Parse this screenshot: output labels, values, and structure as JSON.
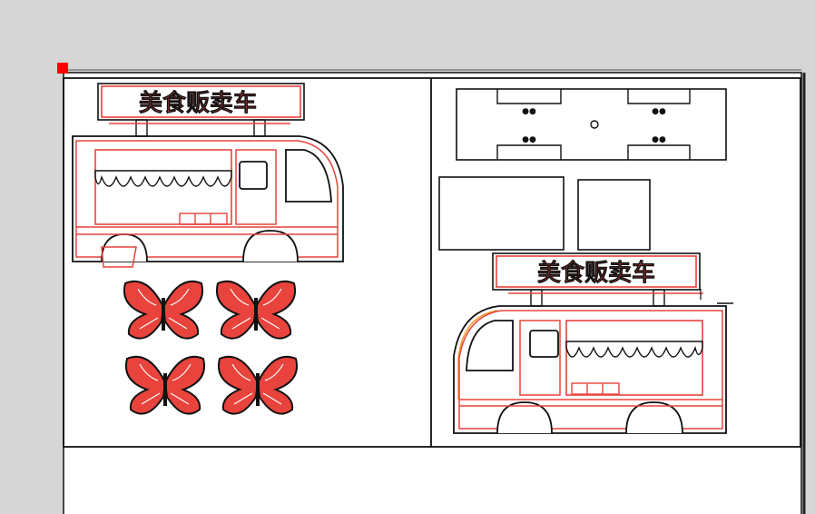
{
  "canvas": {
    "background": "#d6d6d6",
    "page_color": "#ffffff",
    "outline_color": "#111111",
    "cut_color": "#e8433c",
    "accent_color": "#f0a030",
    "handle_color": "#ff0000"
  },
  "design": {
    "truck_sign_text": "美食贩卖车",
    "elements": [
      "food-truck-left",
      "butterfly-decoration",
      "truck-base-plate",
      "rectangle-panel",
      "food-truck-right"
    ]
  }
}
